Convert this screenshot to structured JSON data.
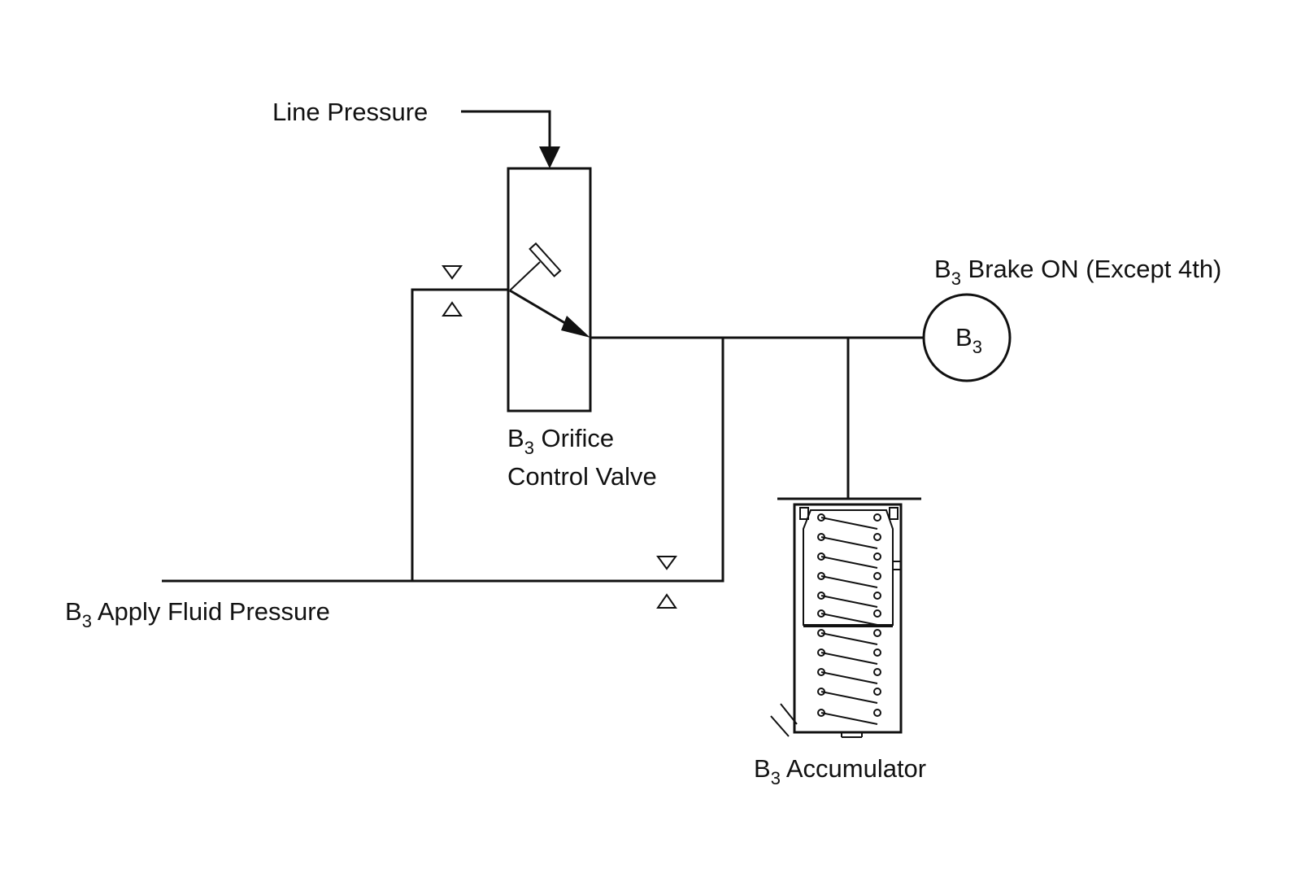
{
  "labels": {
    "line_pressure": "Line Pressure",
    "valve_name_line1_main": "B",
    "valve_name_line1_sub": "3",
    "valve_name_line1_rest": " Orifice",
    "valve_name_line2": "Control Valve",
    "brake_main": "B",
    "brake_sub": "3",
    "brake_rest": " Brake ON (Except 4th)",
    "brake_circle_main": "B",
    "brake_circle_sub": "3",
    "apply_main": "B",
    "apply_sub": "3",
    "apply_rest": " Apply Fluid Pressure",
    "accumulator_main": "B",
    "accumulator_sub": "3",
    "accumulator_rest": " Accumulator"
  },
  "colors": {
    "line": "#111111",
    "background": "#ffffff"
  }
}
